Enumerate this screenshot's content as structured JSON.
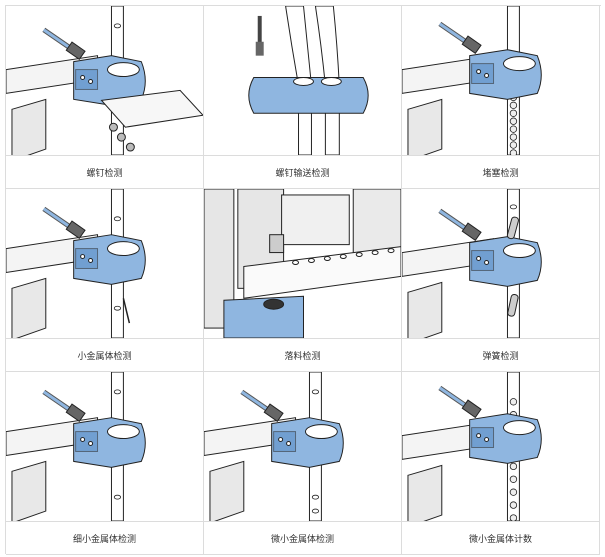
{
  "items": [
    {
      "label": "螺钉检测",
      "scene": "screw"
    },
    {
      "label": "螺钉输送检测",
      "scene": "feed"
    },
    {
      "label": "堵塞检测",
      "scene": "clog"
    },
    {
      "label": "小金属体检测",
      "scene": "small"
    },
    {
      "label": "落料检测",
      "scene": "drop"
    },
    {
      "label": "弹簧检测",
      "scene": "spring"
    },
    {
      "label": "细小金属体检测",
      "scene": "fine"
    },
    {
      "label": "微小金属体检测",
      "scene": "micro"
    },
    {
      "label": "微小金属体计数",
      "scene": "count"
    }
  ],
  "colors": {
    "sensor": "#8fb6e0",
    "sensor_dark": "#5a8ec6",
    "line": "#222222",
    "grid": "#dcdcdc"
  }
}
